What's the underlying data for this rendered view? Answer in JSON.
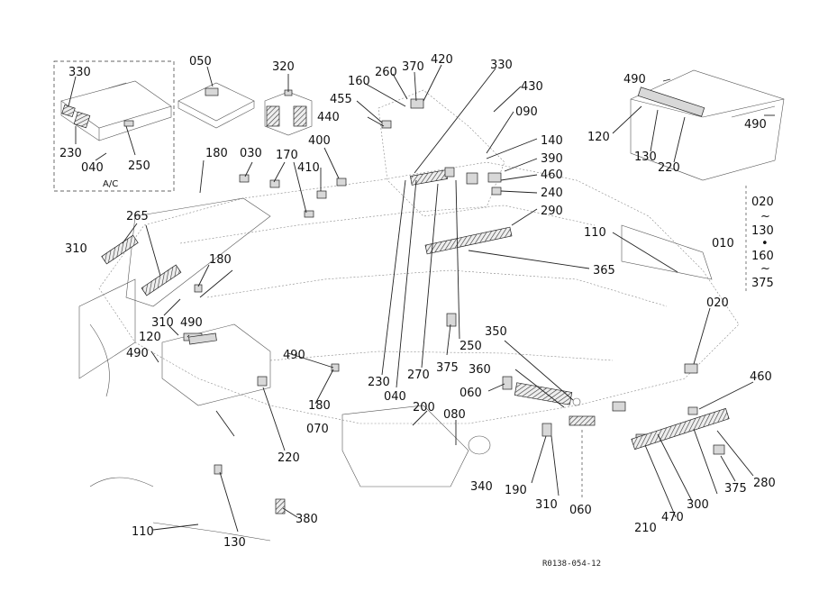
{
  "diagram": {
    "doc_code": "R0138-054-12",
    "inset_caption": "A/C",
    "range_labels": {
      "top": "020",
      "tilde1": "~",
      "mid1": "130",
      "dot": "•",
      "mid2": "160",
      "tilde2": "~",
      "bottom": "375",
      "group": "010"
    },
    "callouts": [
      "330",
      "230",
      "040",
      "250",
      "050",
      "320",
      "160",
      "260",
      "370",
      "420",
      "330",
      "430",
      "455",
      "440",
      "090",
      "140",
      "390",
      "460",
      "240",
      "290",
      "490",
      "120",
      "130",
      "220",
      "490",
      "180",
      "030",
      "170",
      "400",
      "410",
      "265",
      "310",
      "180",
      "110",
      "365",
      "310",
      "490",
      "120",
      "490",
      "490",
      "180",
      "070",
      "220",
      "230",
      "040",
      "270",
      "375",
      "250",
      "350",
      "360",
      "060",
      "200",
      "080",
      "340",
      "190",
      "310",
      "060",
      "020",
      "460",
      "210",
      "470",
      "300",
      "375",
      "280",
      "110",
      "130",
      "380"
    ]
  }
}
